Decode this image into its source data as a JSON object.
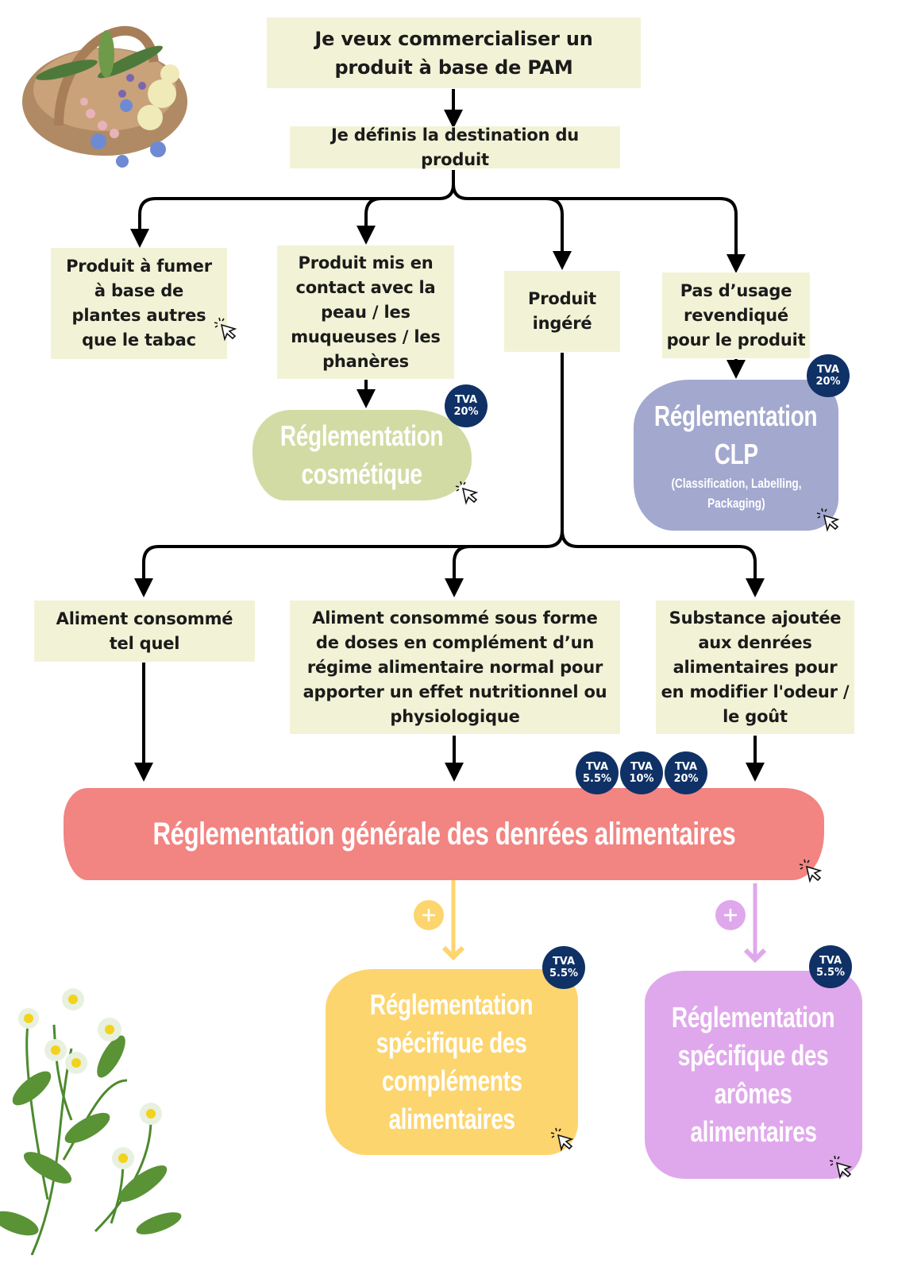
{
  "title": "Je veux commercialiser un produit à base de PAM",
  "step2": "Je définis la destination du produit",
  "destinations": {
    "fumer": "Produit à fumer à base de plantes autres que le tabac",
    "peau": "Produit mis en contact avec la peau / les muqueuses / les phanères",
    "ingere": "Produit ingéré",
    "aucun": "Pas d’usage revendiqué pour le produit"
  },
  "ingested_types": {
    "tel_quel": "Aliment consommé tel quel",
    "complement": "Aliment consommé sous forme de doses en complément d’un régime alimentaire normal pour apporter un effet nutritionnel ou physiologique",
    "arome": "Substance ajoutée aux denrées alimentaires pour en modifier l'odeur / le goût"
  },
  "regulations": {
    "cosmetique": {
      "line1": "Réglementation",
      "line2": "cosmétique",
      "tva": [
        "TVA",
        "20%"
      ],
      "color": "#d2dba3"
    },
    "clp": {
      "line1": "Réglementation",
      "line2": "CLP",
      "sub1": "(Classification, Labelling,",
      "sub2": "Packaging)",
      "tva": [
        "TVA",
        "20%"
      ],
      "color": "#a3a8cf"
    },
    "generale": {
      "label": "Réglementation générale des denrées alimentaires",
      "color": "#f28482",
      "tva": [
        [
          "TVA",
          "5.5%"
        ],
        [
          "TVA",
          "10%"
        ],
        [
          "TVA",
          "20%"
        ]
      ]
    },
    "complements": {
      "lines": [
        "Réglementation",
        "spécifique des",
        "compléments",
        "alimentaires"
      ],
      "tva": [
        "TVA",
        "5.5%"
      ],
      "color": "#fdd56e"
    },
    "aromes": {
      "lines": [
        "Réglementation",
        "spécifique des",
        "arômes",
        "alimentaires"
      ],
      "tva": [
        "TVA",
        "5.5%"
      ],
      "color": "#e0a8ec"
    }
  },
  "plus_symbol": "+",
  "colors": {
    "box": "#f2f3d6",
    "badge": "#0f3166",
    "arrow": "#000000",
    "yellow": "#fdd56e",
    "purple": "#e0a8ec"
  },
  "decorations": [
    "herb-basket-illustration",
    "chamomile-illustration"
  ]
}
